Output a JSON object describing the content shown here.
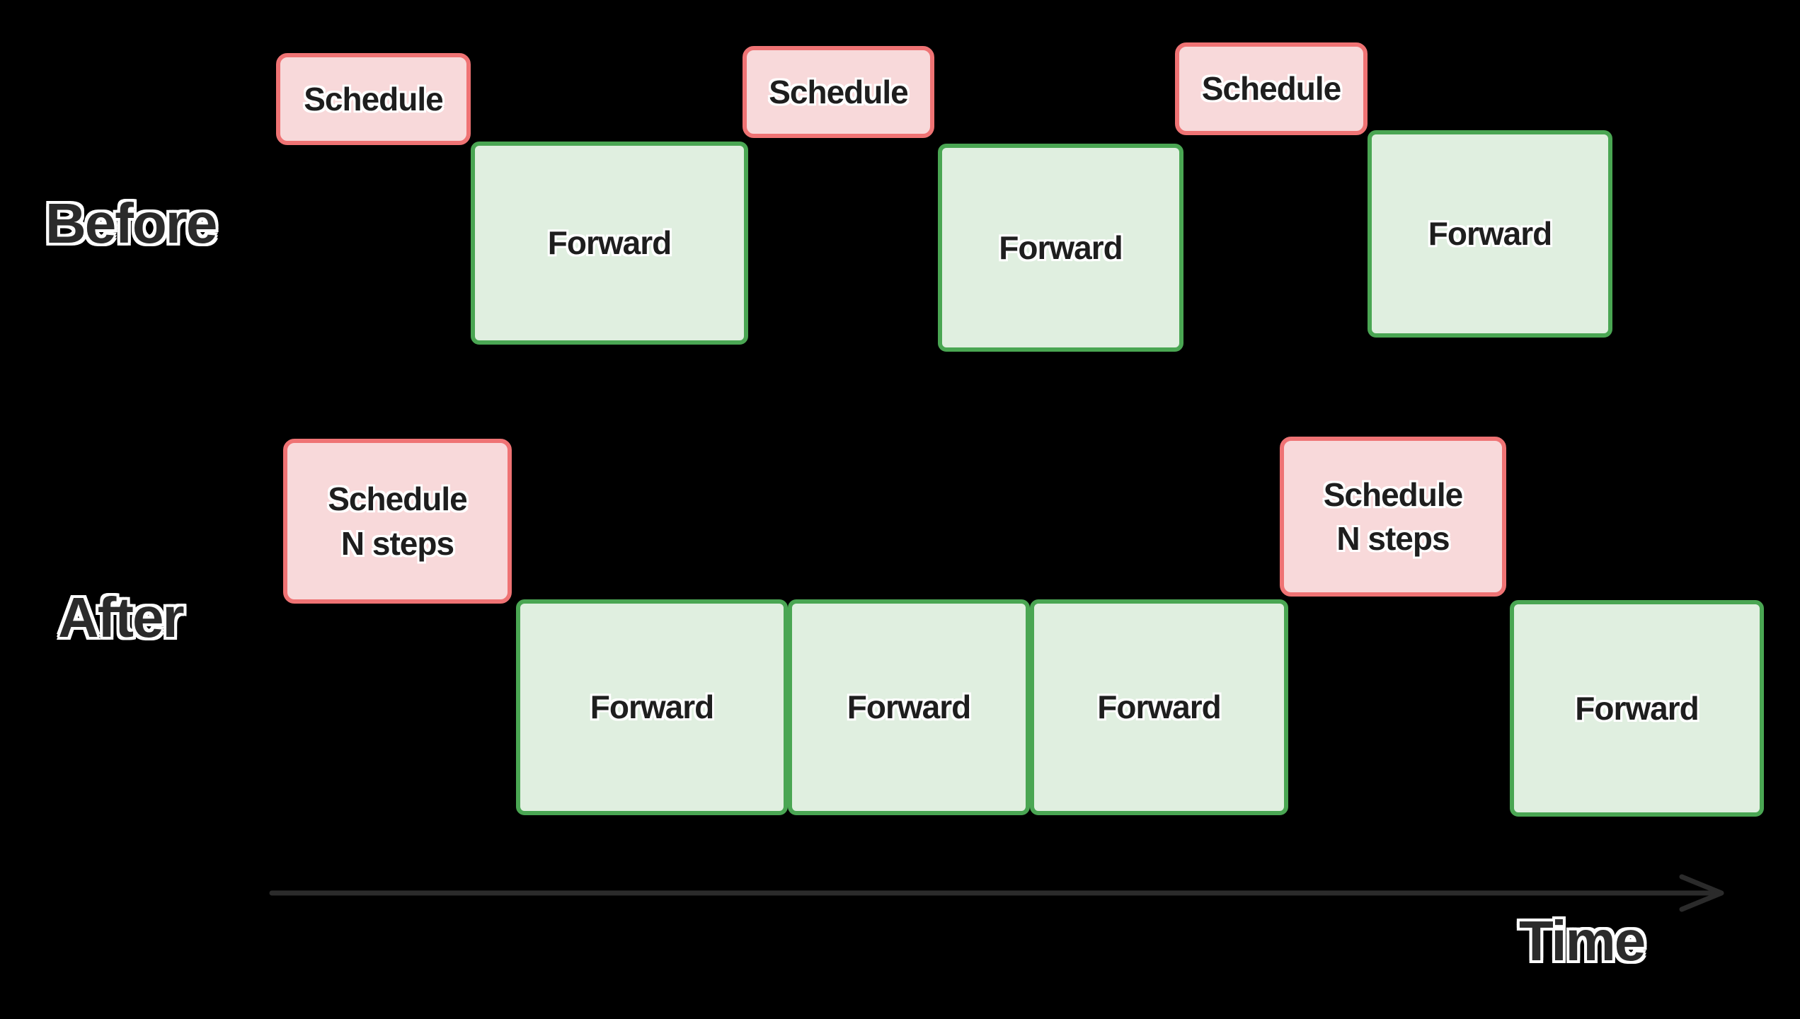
{
  "before_row": {
    "row_label": "Before",
    "sequence": [
      {
        "type": "schedule",
        "label": "Schedule"
      },
      {
        "type": "forward",
        "label": "Forward"
      },
      {
        "type": "schedule",
        "label": "Schedule"
      },
      {
        "type": "forward",
        "label": "Forward"
      },
      {
        "type": "schedule",
        "label": "Schedule"
      },
      {
        "type": "forward",
        "label": "Forward"
      }
    ]
  },
  "after_row": {
    "row_label": "After",
    "sequence": [
      {
        "type": "schedule",
        "label_line1": "Schedule",
        "label_line2": "N steps"
      },
      {
        "type": "forward",
        "label": "Forward"
      },
      {
        "type": "forward",
        "label": "Forward"
      },
      {
        "type": "forward",
        "label": "Forward"
      },
      {
        "type": "schedule",
        "label_line1": "Schedule",
        "label_line2": "N steps"
      },
      {
        "type": "forward",
        "label": "Forward"
      }
    ]
  },
  "axis": {
    "label": "Time"
  },
  "colors": {
    "background": "#000000",
    "schedule_fill": "#f8d9da",
    "schedule_border": "#ef7374",
    "forward_fill": "#e0efe0",
    "forward_border": "#4aa653",
    "box_text": "#1e1e1e",
    "outline_text": "#2b2b2b",
    "arrow": "#2b2b2b"
  }
}
